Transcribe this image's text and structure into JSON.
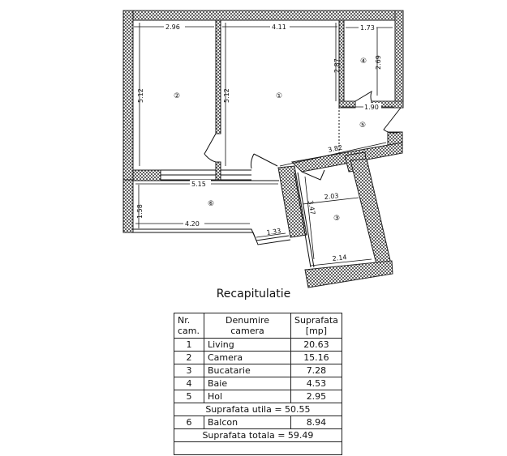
{
  "plan": {
    "rooms": [
      {
        "id": "1",
        "label": "①",
        "name": "Living"
      },
      {
        "id": "2",
        "label": "②",
        "name": "Camera"
      },
      {
        "id": "3",
        "label": "③",
        "name": "Bucatarie"
      },
      {
        "id": "4",
        "label": "④",
        "name": "Baie"
      },
      {
        "id": "5",
        "label": "⑤",
        "name": "Hol"
      },
      {
        "id": "6",
        "label": "⑥",
        "name": "Balcon"
      }
    ],
    "dimensions": {
      "room2_width": "2.96",
      "room2_height": "5.12",
      "room1_width": "4.11",
      "room1_height": "5.12",
      "room1_partial_height": "2.87",
      "room4_width": "1.73",
      "room4_height": "2.69",
      "room5_width": "1.90",
      "hall_diag": "3.82",
      "balcony_width": "5.15",
      "balcony_depth": "1.58",
      "balcony_bottom": "4.20",
      "balcony_step": "1.33",
      "kitchen_top": "2.03",
      "kitchen_side": "3.47",
      "kitchen_bottom": "2.14"
    }
  },
  "summary": {
    "title": "Recapitulatie",
    "headers": {
      "nr": "Nr.\ncam.",
      "nr_line1": "Nr.",
      "nr_line2": "cam.",
      "name_line1": "Denumire",
      "name_line2": "camera",
      "area_line1": "Suprafata",
      "area_line2": "[mp]"
    },
    "rows": [
      {
        "nr": "1",
        "name": "Living",
        "area": "20.63"
      },
      {
        "nr": "2",
        "name": "Camera",
        "area": "15.16"
      },
      {
        "nr": "3",
        "name": "Bucatarie",
        "area": "7.28"
      },
      {
        "nr": "4",
        "name": "Baie",
        "area": "4.53"
      },
      {
        "nr": "5",
        "name": "Hol",
        "area": "2.95"
      }
    ],
    "subtotal": "Suprafata utila = 50.55",
    "balcony_row": {
      "nr": "6",
      "name": "Balcon",
      "area": "8.94"
    },
    "total": "Suprafata totala = 59.49"
  }
}
